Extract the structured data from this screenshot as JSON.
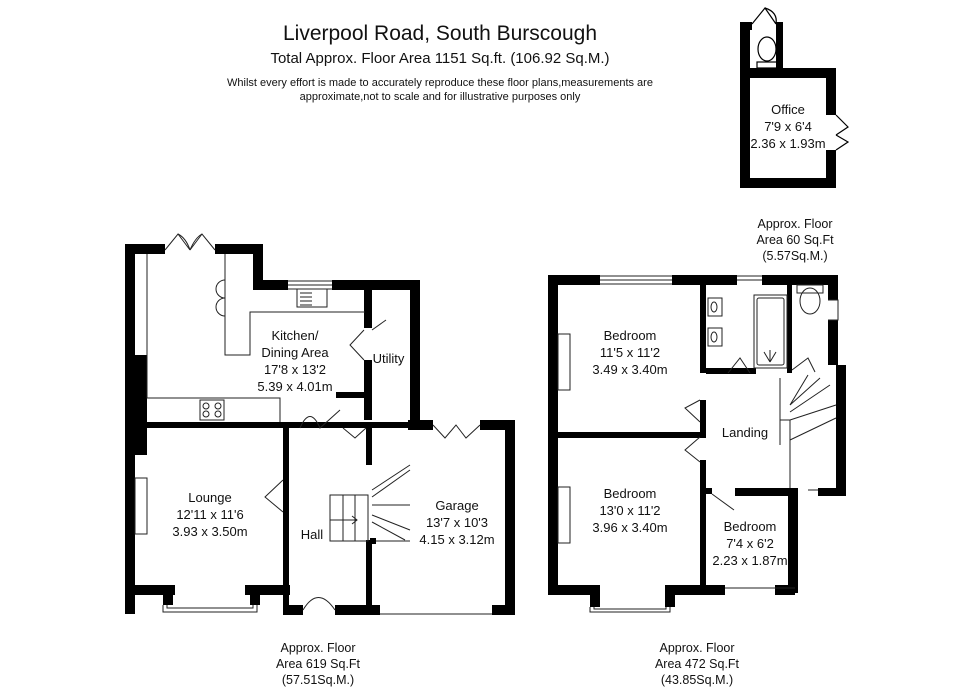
{
  "header": {
    "title": "Liverpool Road, South Burscough",
    "total_area": "Total Approx. Floor Area 1151 Sq.ft. (106.92 Sq.M.)",
    "disclaimer_line1": "Whilst every effort is made to accurately reproduce these floor plans,measurements are",
    "disclaimer_line2": "approximate,not to scale and for illustrative purposes only"
  },
  "outbuilding": {
    "rooms": [
      {
        "name": "Office",
        "imperial": "7'9 x 6'4",
        "metric": "2.36 x 1.93m"
      }
    ],
    "area": {
      "line1": "Approx. Floor",
      "line2": "Area 60 Sq.Ft",
      "line3": "(5.57Sq.M.)"
    }
  },
  "ground_floor": {
    "rooms": [
      {
        "name": "Kitchen/",
        "name2": "Dining Area",
        "imperial": "17'8 x 13'2",
        "metric": "5.39 x 4.01m"
      },
      {
        "name": "Utility"
      },
      {
        "name": "Lounge",
        "imperial": "12'11 x 11'6",
        "metric": "3.93 x 3.50m"
      },
      {
        "name": "Hall"
      },
      {
        "name": "Garage",
        "imperial": "13'7 x 10'3",
        "metric": "4.15 x 3.12m"
      }
    ],
    "area": {
      "line1": "Approx. Floor",
      "line2": "Area 619 Sq.Ft",
      "line3": "(57.51Sq.M.)"
    }
  },
  "first_floor": {
    "rooms": [
      {
        "name": "Bedroom",
        "imperial": "11'5 x 11'2",
        "metric": "3.49 x 3.40m"
      },
      {
        "name": "Landing"
      },
      {
        "name": "Bedroom",
        "imperial": "13'0 x 11'2",
        "metric": "3.96 x 3.40m"
      },
      {
        "name": "Bedroom",
        "imperial": "7'4 x 6'2",
        "metric": "2.23 x 1.87m"
      }
    ],
    "area": {
      "line1": "Approx. Floor",
      "line2": "Area 472 Sq.Ft",
      "line3": "(43.85Sq.M.)"
    }
  },
  "colors": {
    "wall": "#000000",
    "background": "#ffffff",
    "text": "#111111",
    "fixture_line": "#333333"
  }
}
